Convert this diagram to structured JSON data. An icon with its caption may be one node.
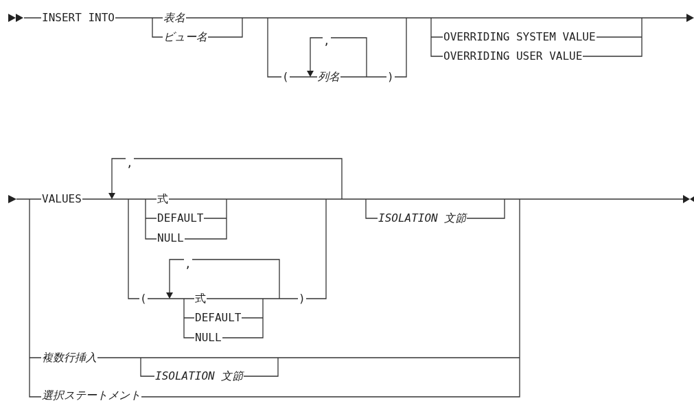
{
  "diagram": {
    "labels": [
      "INSERT INTO",
      "表名",
      "ビュー名",
      ",",
      "(",
      "列名",
      ")",
      "OVERRIDING SYSTEM VALUE",
      "OVERRIDING USER VALUE",
      ",",
      "VALUES",
      "式",
      "DEFAULT",
      "NULL",
      "ISOLATION 文節",
      ",",
      "(",
      "式",
      "DEFAULT",
      "NULL",
      ")",
      "複数行挿入",
      "ISOLATION 文節",
      "選択ステートメント"
    ]
  }
}
